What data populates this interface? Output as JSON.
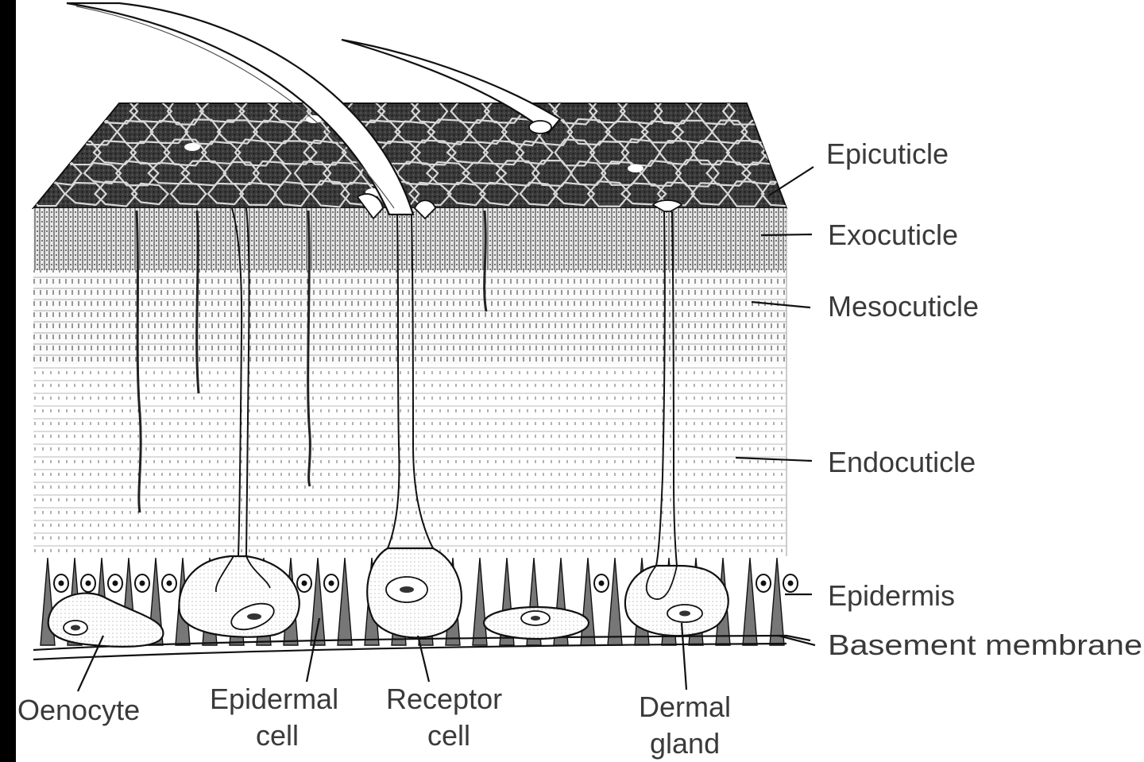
{
  "diagram": {
    "layer_labels": {
      "epicuticle": "Epicuticle",
      "exocuticle": "Exocuticle",
      "mesocuticle": "Mesocuticle",
      "endocuticle": "Endocuticle",
      "epidermis": "Epidermis",
      "basement_membrane": "Basement membrane"
    },
    "cell_labels": {
      "oenocyte": "Oenocyte",
      "epidermal_cell_line1": "Epidermal",
      "epidermal_cell_line2": "cell",
      "receptor_cell_line1": "Receptor",
      "receptor_cell_line2": "cell",
      "dermal_gland_line1": "Dermal",
      "dermal_gland_line2": "gland"
    },
    "colors": {
      "ink": "#111111",
      "epicuticle_fill": "#2a2a2a",
      "background": "#ffffff",
      "side_bar": "#000000"
    }
  }
}
